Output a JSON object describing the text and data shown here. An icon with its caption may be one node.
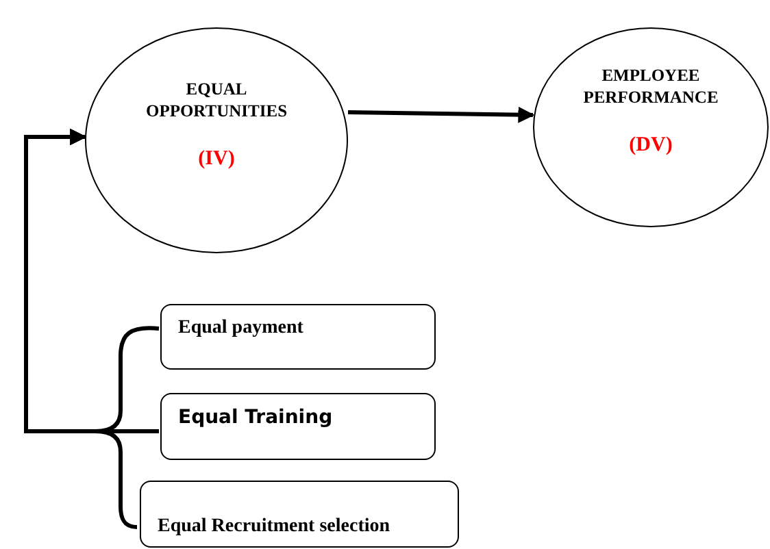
{
  "diagram": {
    "nodes": [
      {
        "text": [
          "EQUAL OPPORTUNITIES",
          "(IV)"
        ]
      },
      {
        "text": [
          "EMPLOYEE PERFORMANCE",
          "(DV)"
        ]
      },
      {
        "text": [
          "Equal payment"
        ]
      },
      {
        "text": [
          "Equal Training"
        ]
      },
      {
        "text": [
          "Equal Recruitment selection"
        ]
      }
    ],
    "edges": [
      {
        "from": 0,
        "to": 1,
        "arrow": "to"
      },
      {
        "from": 2,
        "to": 0,
        "arrow": "to"
      },
      {
        "from": 3,
        "to": 0,
        "arrow": "to"
      },
      {
        "from": 4,
        "to": 0,
        "arrow": "to"
      }
    ]
  }
}
